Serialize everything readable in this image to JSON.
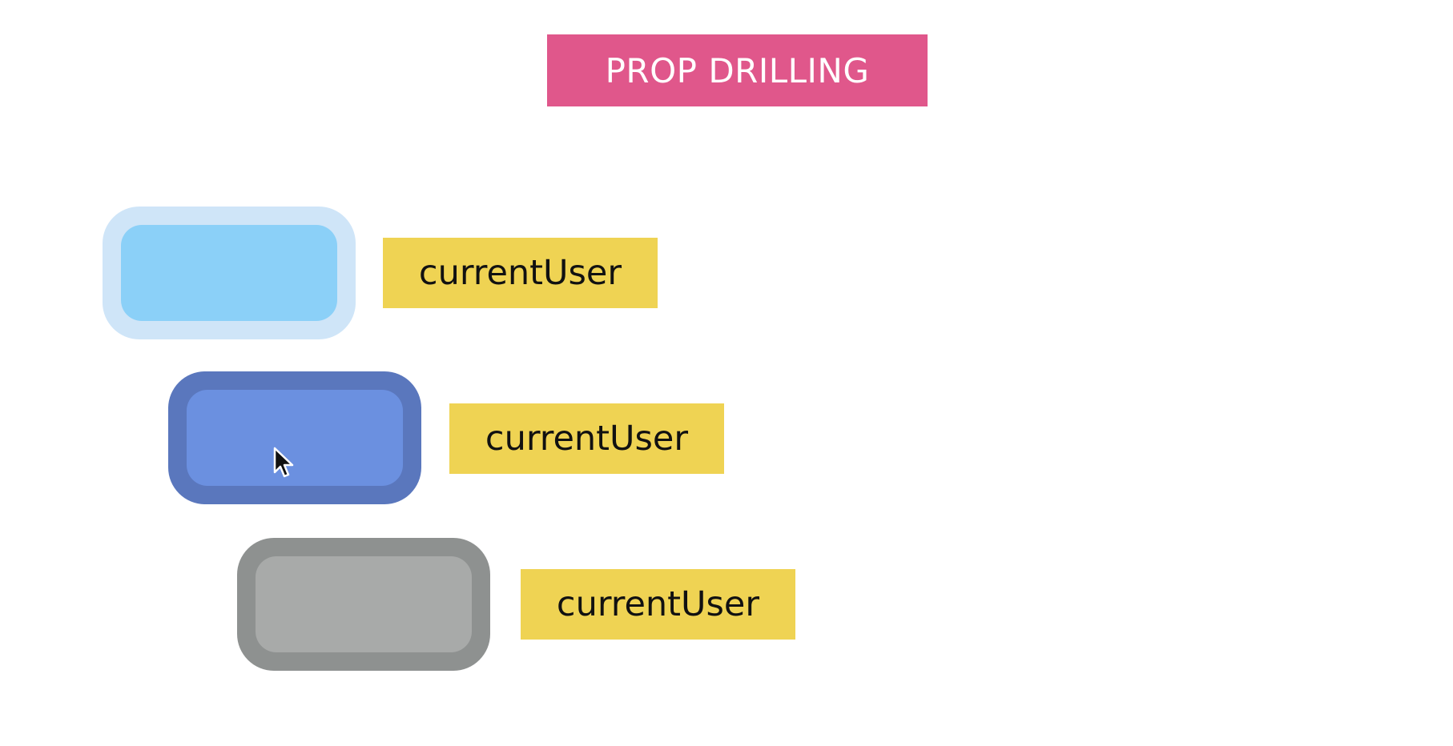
{
  "diagram": {
    "title": "PROP DRILLING",
    "colors": {
      "title_bg": "#e0578b",
      "label_bg": "#efd353",
      "outer_1": "#cfe5f8",
      "inner_1": "#8bd0f8",
      "outer_2": "#5a77bd",
      "inner_2": "#6b90e0",
      "outer_3": "#8e9190",
      "inner_3": "#a8aaa9"
    },
    "rows": [
      {
        "label": "currentUser"
      },
      {
        "label": "currentUser"
      },
      {
        "label": "currentUser"
      }
    ]
  }
}
